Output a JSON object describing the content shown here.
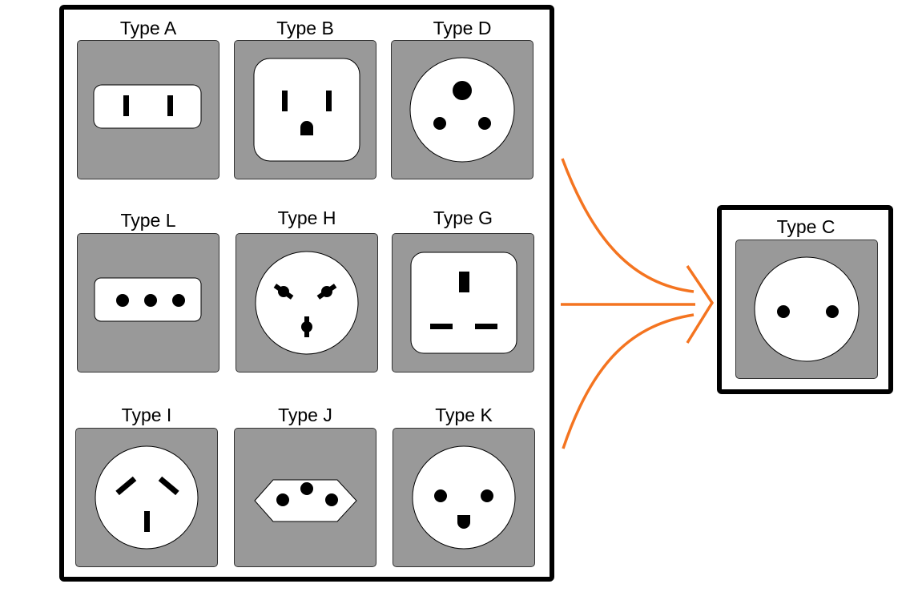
{
  "colors": {
    "plate": "#999999",
    "face": "#ffffff",
    "pin": "#000000",
    "arrow": "#f47420",
    "frame": "#000000"
  },
  "group_labels": {
    "a": "Type A",
    "b": "Type B",
    "d": "Type D",
    "l": "Type L",
    "h": "Type H",
    "g": "Type G",
    "i": "Type I",
    "j": "Type J",
    "k": "Type K"
  },
  "target_label": "Type C"
}
